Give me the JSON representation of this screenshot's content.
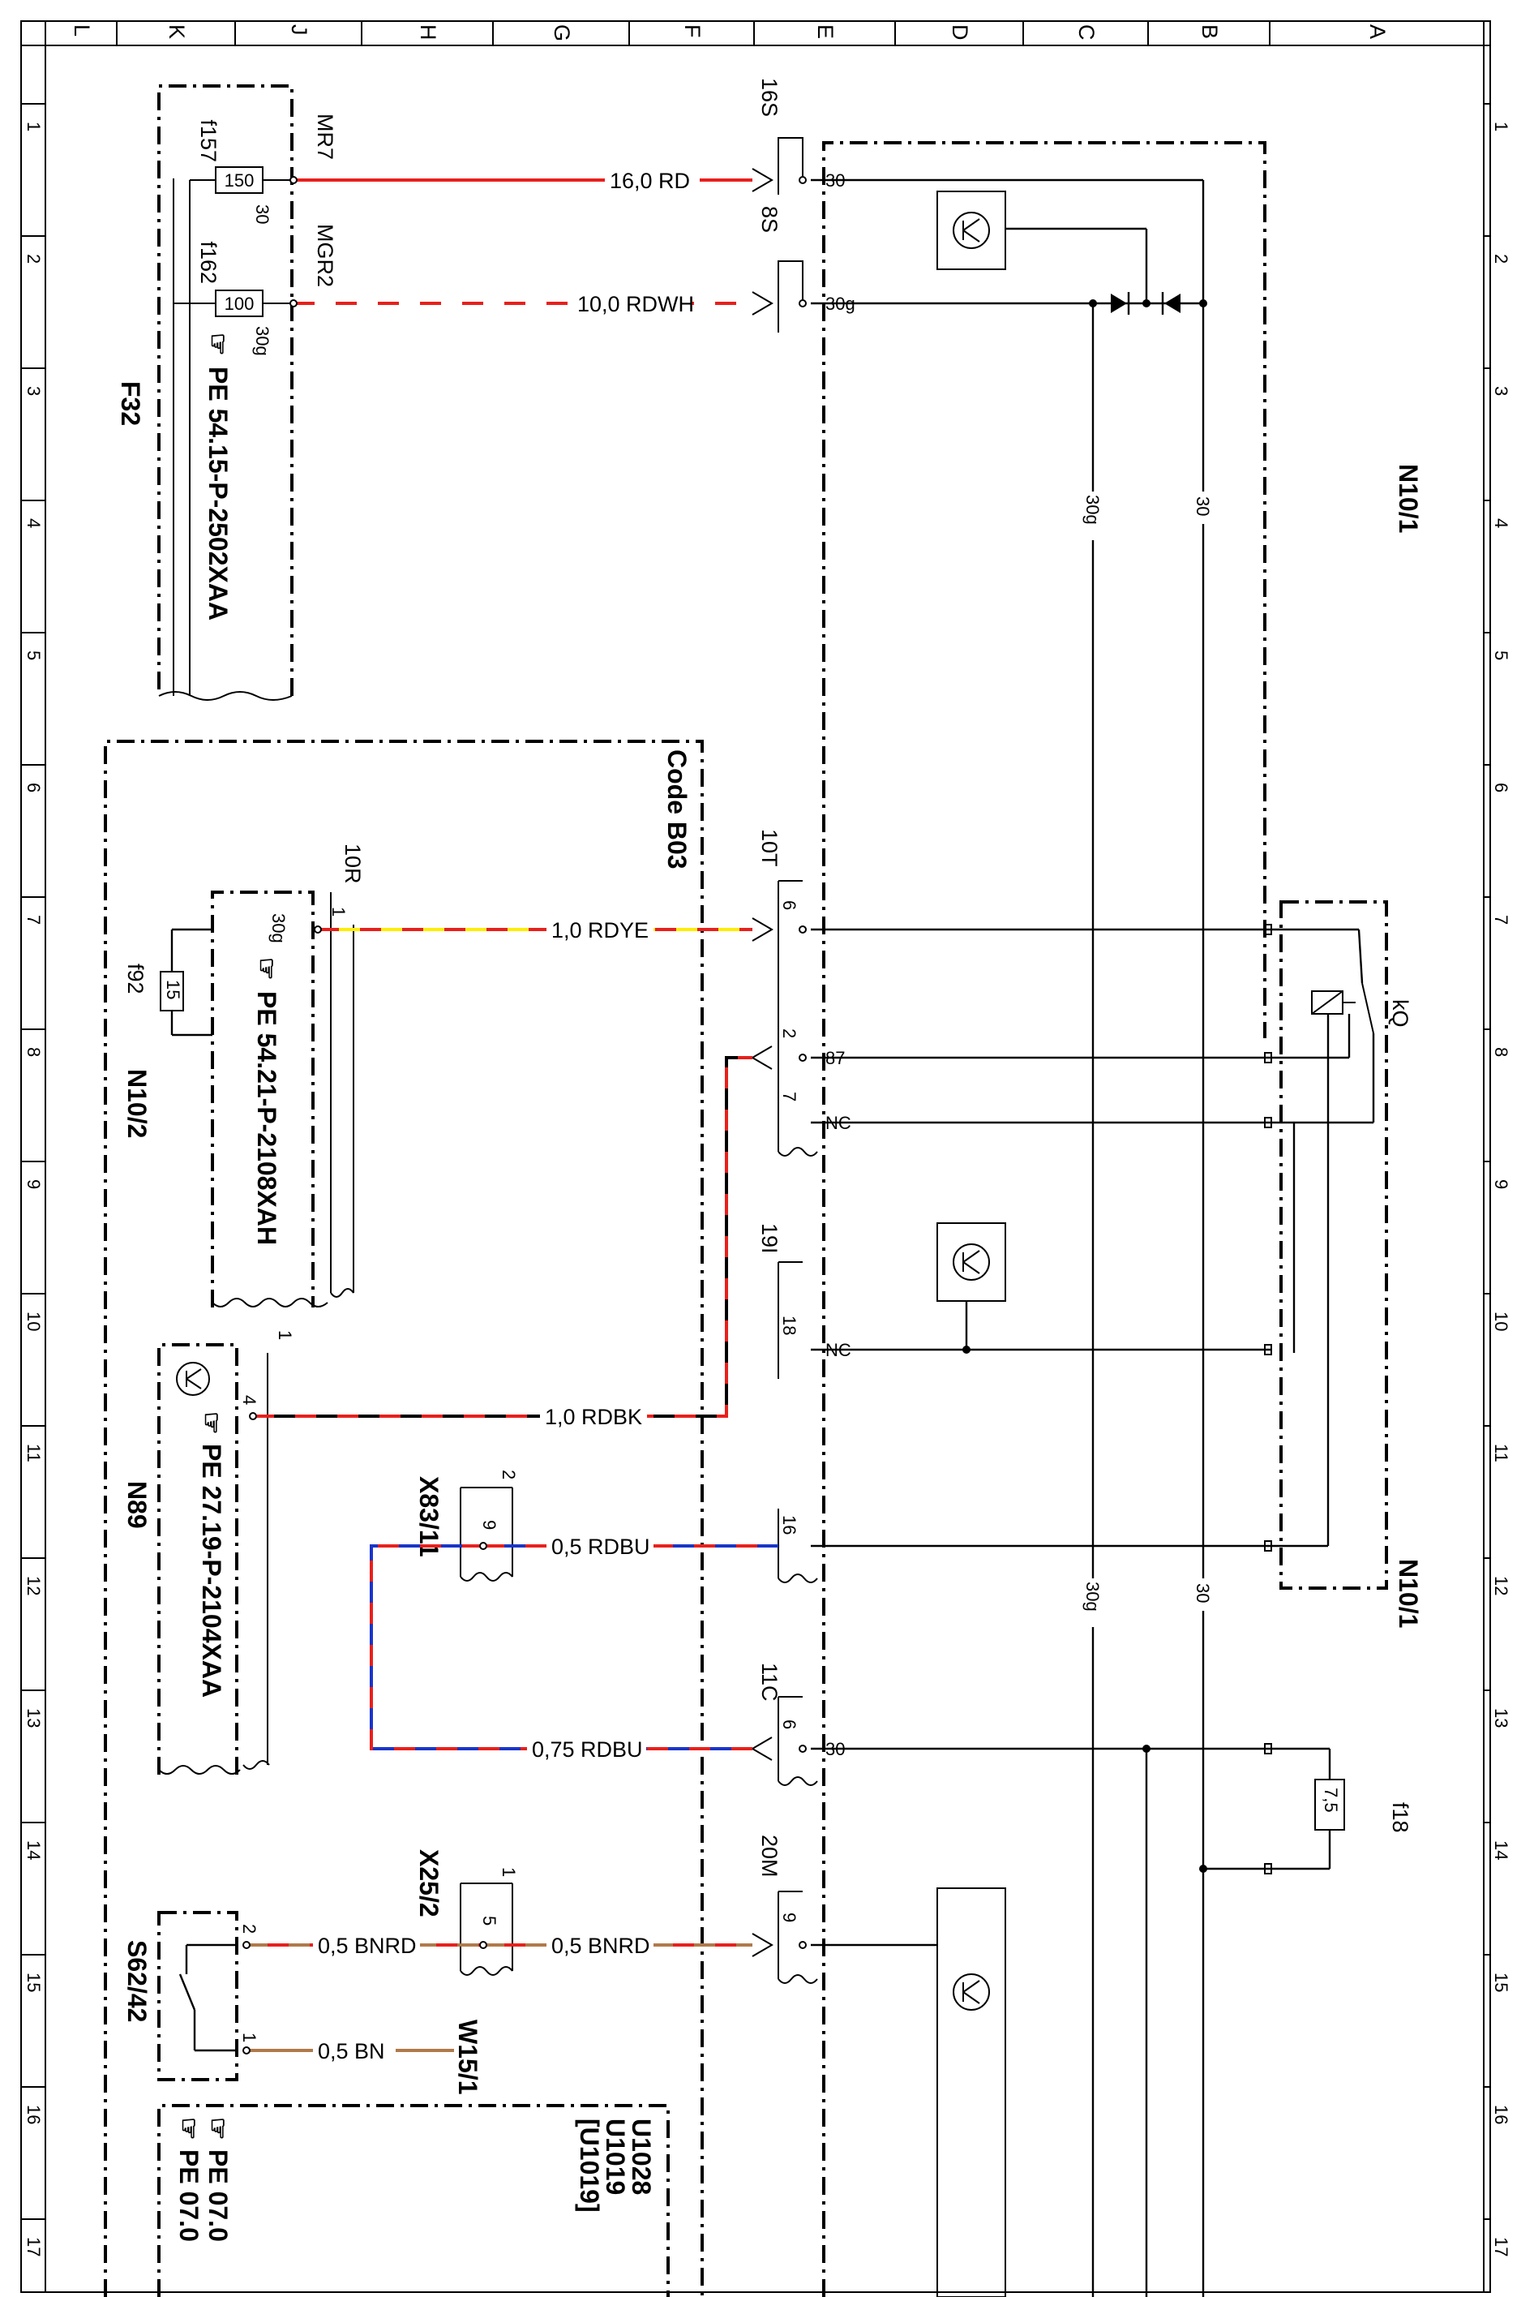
{
  "grid": {
    "columns": [
      "L",
      "K",
      "J",
      "H",
      "G",
      "F",
      "E",
      "D",
      "C",
      "B",
      "A"
    ],
    "rows": [
      "1",
      "2",
      "3",
      "4",
      "5",
      "6",
      "7",
      "8",
      "9",
      "10",
      "11",
      "12",
      "13",
      "14",
      "15",
      "16",
      "17"
    ]
  },
  "colors": {
    "red": "#e8201c",
    "yellow": "#ffee00",
    "blue": "#1a35c8",
    "brown": "#b07a4a",
    "black": "#000000"
  },
  "components": {
    "fuse_box": {
      "name": "F32",
      "ref": "PE 54.15-P-2502XAA",
      "fuse1": {
        "name": "f157",
        "rating": "150",
        "terminal": "30",
        "pin": "MR7"
      },
      "fuse2": {
        "name": "f162",
        "rating": "100",
        "terminal": "30g",
        "pin": "MGR2"
      }
    },
    "module_n10_2": {
      "name": "N10/2",
      "ref": "PE 54.21-P-2108XAH",
      "fuse": {
        "name": "f92",
        "rating": "15"
      },
      "connector": "10R",
      "pin1": "1",
      "term": "30g"
    },
    "code_box": {
      "label": "Code B03"
    },
    "module_n89": {
      "name": "N89",
      "ref": "PE 27.19-P-2104XAA",
      "pin": "4",
      "conn_pin": "1"
    },
    "connector_x83": {
      "name": "X83/11",
      "pin_top": "2",
      "pin": "9"
    },
    "connector_x25": {
      "name": "X25/2",
      "pin_top": "1",
      "pin": "5"
    },
    "switch_s62": {
      "name": "S62/42",
      "pin2": "2",
      "pin1": "1"
    },
    "ground_w15": {
      "name": "W15/1"
    },
    "bottom_box": {
      "lines": [
        "U1028",
        "U1019",
        "[U1019]"
      ],
      "refs": [
        "PE 07.0",
        "PE 07.0"
      ]
    },
    "main_module": {
      "name": "N10/1",
      "relay": "kQ",
      "fuse": {
        "name": "f18",
        "rating": "7,5"
      },
      "bus_labels": [
        "30g",
        "30",
        "30g",
        "30"
      ]
    }
  },
  "connectors": {
    "c16S": {
      "name": "16S",
      "pin": "30"
    },
    "c8S": {
      "name": "8S",
      "pin": "30g"
    },
    "c10T": {
      "name": "10T",
      "pins": [
        "6",
        "2",
        "7"
      ],
      "terms": [
        "87",
        "NC"
      ]
    },
    "c19I": {
      "name": "19I",
      "pin": "18",
      "term": "NC"
    },
    "c16": {
      "pin": "16"
    },
    "c11C": {
      "name": "11C",
      "pin": "6",
      "term": "30"
    },
    "c20M": {
      "name": "20M",
      "pin": "9"
    }
  },
  "wires": [
    {
      "id": "w1",
      "label": "16,0 RD",
      "colors": [
        "red"
      ]
    },
    {
      "id": "w2",
      "label": "10,0 RDWH",
      "colors": [
        "red",
        "white"
      ]
    },
    {
      "id": "w3",
      "label": "1,0 RDYE",
      "colors": [
        "red",
        "yellow"
      ]
    },
    {
      "id": "w4",
      "label": "1,0 RDBK",
      "colors": [
        "red",
        "black"
      ]
    },
    {
      "id": "w5",
      "label": "0,5 RDBU",
      "colors": [
        "red",
        "blue"
      ]
    },
    {
      "id": "w6",
      "label": "0,75 RDBU",
      "colors": [
        "red",
        "blue"
      ]
    },
    {
      "id": "w7",
      "label": "0,5 BNRD",
      "colors": [
        "brown",
        "red"
      ]
    },
    {
      "id": "w8",
      "label": "0,5 BNRD",
      "colors": [
        "brown",
        "red"
      ]
    },
    {
      "id": "w9",
      "label": "0,5 BN",
      "colors": [
        "brown"
      ]
    }
  ]
}
